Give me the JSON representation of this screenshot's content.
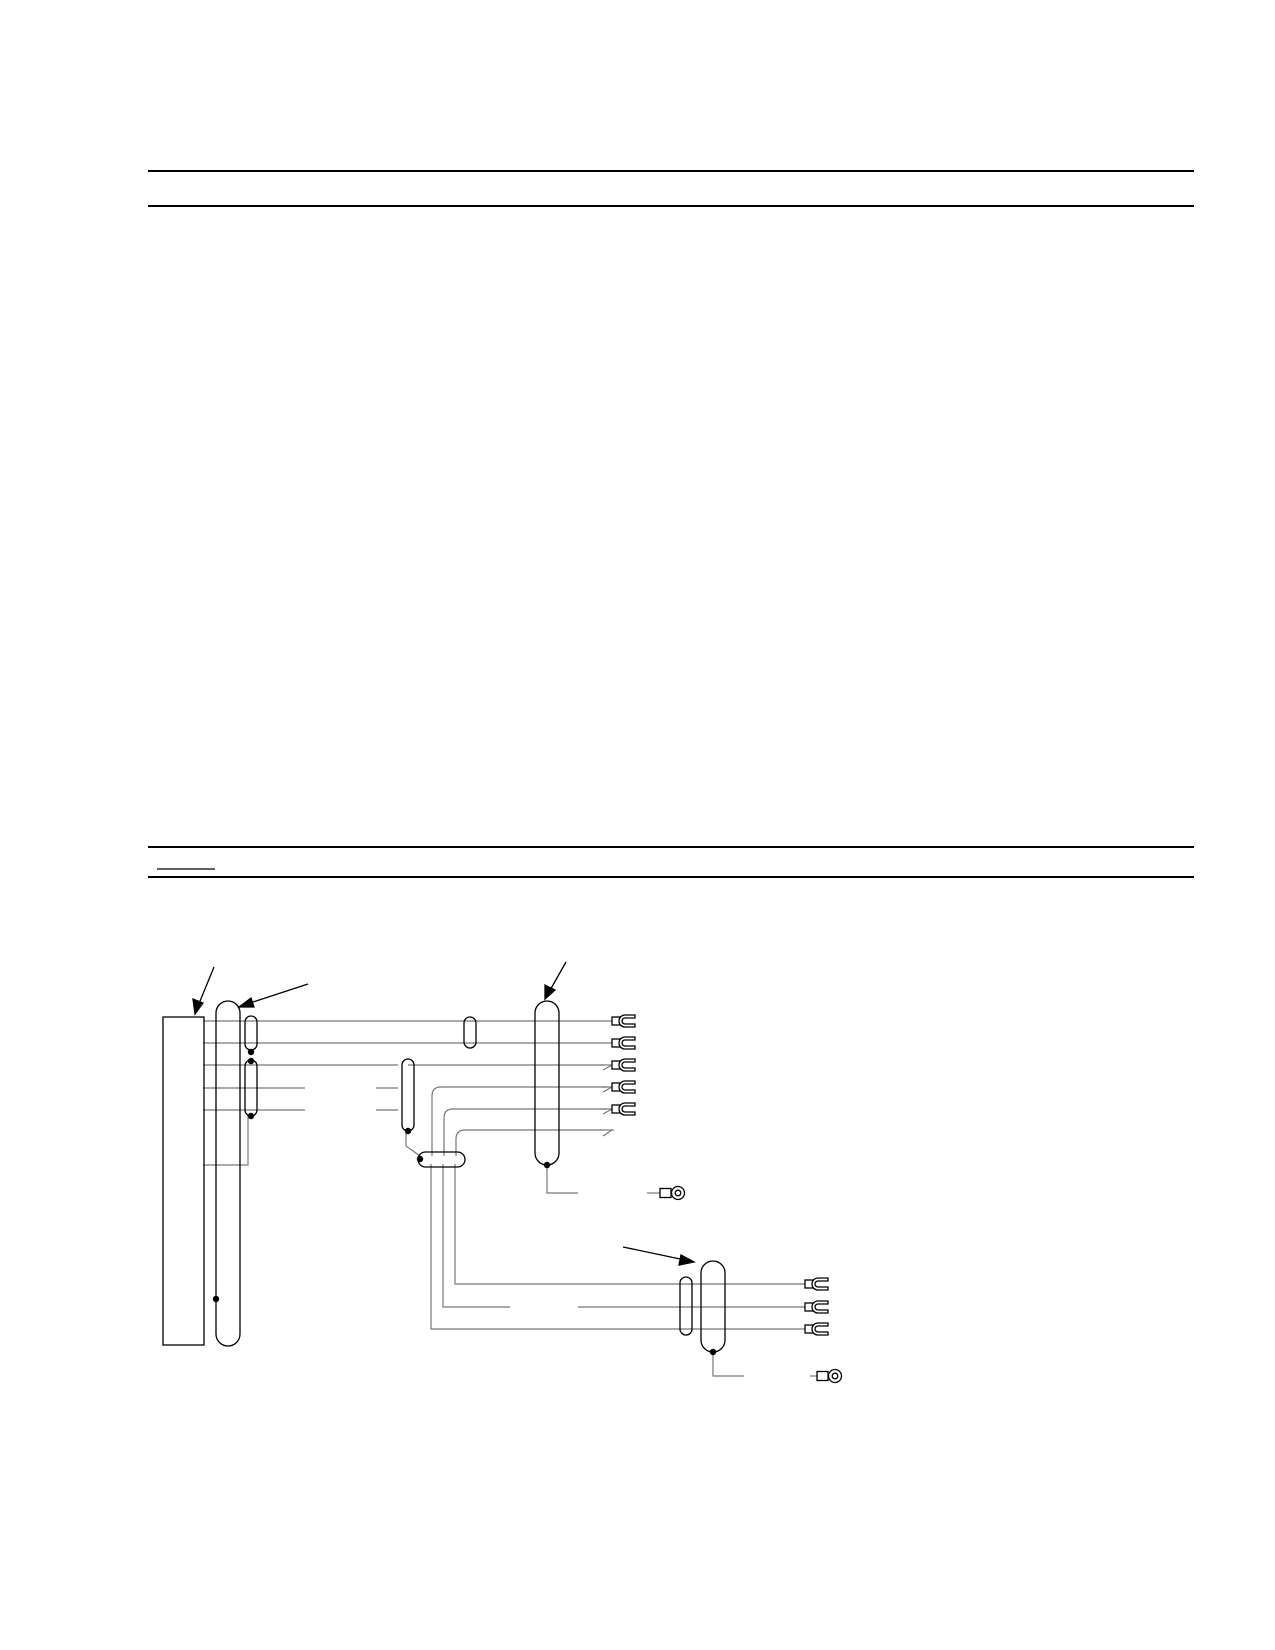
{
  "page": {
    "background": "#ffffff",
    "ink_color": "#000000",
    "wire_color": "#777777"
  },
  "diagram": {
    "description_visible_text": "",
    "components": [
      "cable-entry-box",
      "main-harness-sheath",
      "wire-bundle-sleeve",
      "branch-junction-sleeve",
      "upper-breakout-sheath",
      "lower-breakout-sheath",
      "spade-terminals",
      "ring-terminals"
    ],
    "upper_terminals": {
      "spade_count": 5,
      "ring_count": 1
    },
    "lower_terminals": {
      "spade_count": 3,
      "ring_count": 1
    }
  }
}
